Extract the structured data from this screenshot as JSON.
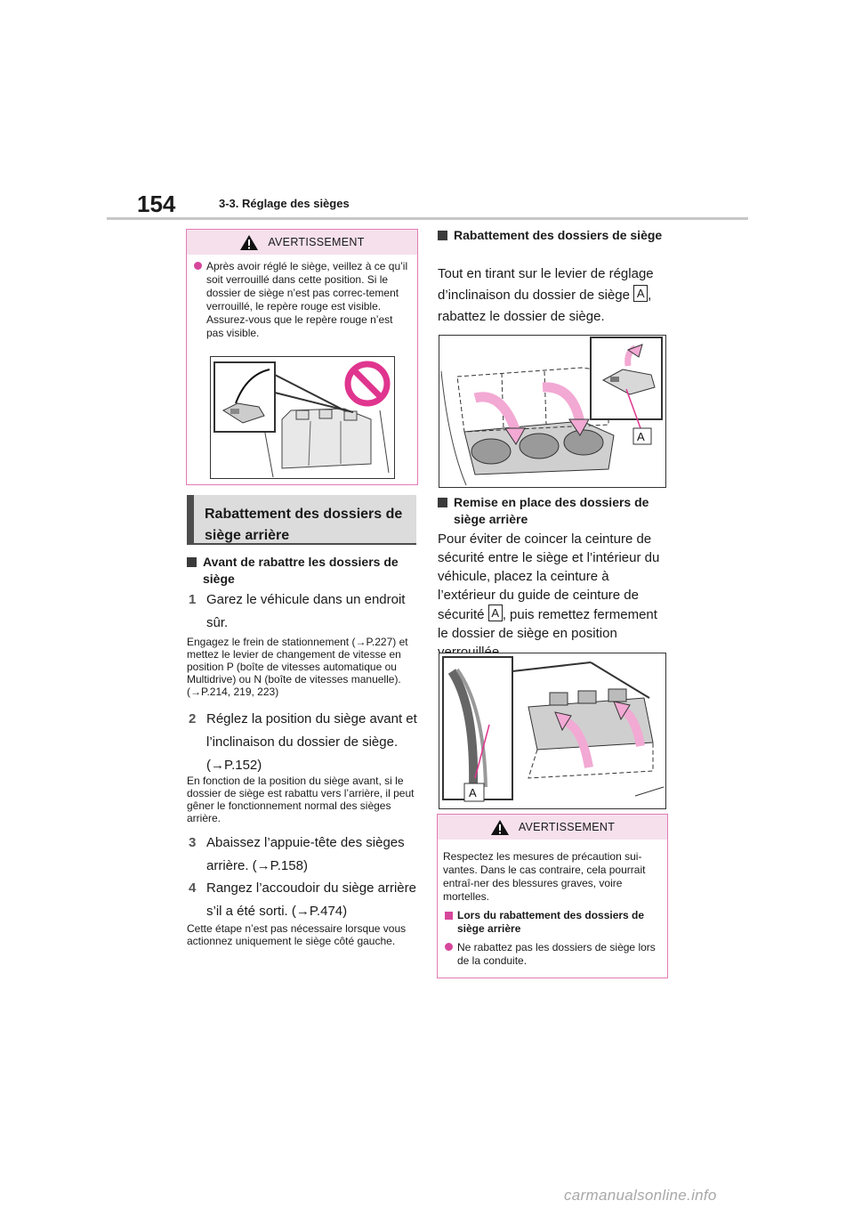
{
  "header": {
    "page_number": "154",
    "section": "3-3. Réglage des sièges"
  },
  "warning1": {
    "title": "AVERTISSEMENT",
    "bullet": "Après avoir réglé le siège, veillez à ce qu’il soit verrouillé dans cette position. Si le dossier de siège n’est pas correc-tement verrouillé, le repère rouge est visible. Assurez-vous que le repère rouge n’est pas visible."
  },
  "section_heading": "Rabattement des dossiers de siège arrière",
  "before_folding": {
    "title": "Avant de rabattre les dossiers de siège",
    "steps": [
      {
        "n": "1",
        "text": "Garez le véhicule dans un endroit sûr.",
        "note": "Engagez le frein de stationnement (→P.227) et mettez le levier de changement de vitesse en position P (boîte de vitesses automatique ou Multidrive) ou N (boîte de vitesses manuelle). (→P.214, 219, 223)"
      },
      {
        "n": "2",
        "text": "Réglez la position du siège avant et l’inclinaison du dossier de siège. (→P.152)",
        "note": "En fonction de la position du siège avant, si le dossier de siège est rabattu vers l’arrière, il peut gêner le fonctionnement normal des sièges arrière."
      },
      {
        "n": "3",
        "text": "Abaissez l’appuie-tête des sièges arrière. (→P.158)",
        "note": ""
      },
      {
        "n": "4",
        "text": "Rangez l’accoudoir du siège arrière s’il a été sorti. (→P.474)",
        "note": "Cette étape n’est pas nécessaire lorsque vous actionnez uniquement le siège côté gauche."
      }
    ]
  },
  "folding": {
    "title": "Rabattement des dossiers de siège",
    "text_before": "Tout en tirant sur le levier de réglage d’inclinaison du dossier de siège",
    "marker": "A",
    "text_after": ", rabattez le dossier de siège.",
    "fig_label": "A"
  },
  "returning": {
    "title": "Remise en place des dossiers de siège arrière",
    "text_before": "Pour éviter de coincer la ceinture de sécurité entre le siège et l’intérieur du véhicule, placez la ceinture à l’extérieur du guide de ceinture de sécurité",
    "marker": "A",
    "text_after": ", puis remettez fermement le dossier de siège en position verrouillée.",
    "fig_label": "A"
  },
  "warning2": {
    "title": "AVERTISSEMENT",
    "intro": "Respectez les mesures de précaution sui-vantes. Dans le cas contraire, cela pourrait entraî-ner des blessures graves, voire mortelles.",
    "subtitle": "Lors du rabattement des dossiers de siège arrière",
    "bullet": "Ne rabattez pas les dossiers de siège lors de la conduite."
  },
  "watermark": "carmanualsonline.info",
  "colors": {
    "accent": "#d6479b",
    "warn_header_bg": "#f5e0ec",
    "arrow_pink": "#f2a9d3"
  }
}
